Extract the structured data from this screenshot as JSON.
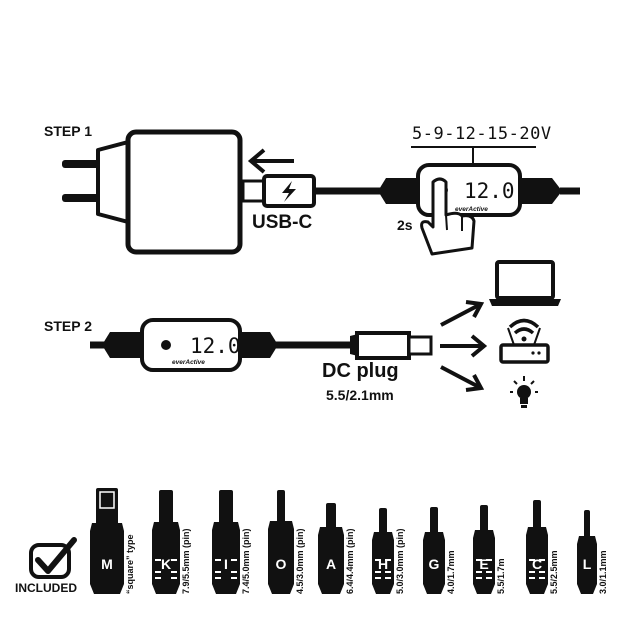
{
  "step1": {
    "label": "STEP 1",
    "voltage_options": "5-9-12-15-20V",
    "display_value": "12.0",
    "brand": "everActive",
    "hold_time": "2s",
    "connector_label": "USB-C"
  },
  "step2": {
    "label": "STEP 2",
    "display_value": "12.0",
    "brand": "everActive",
    "plug_label": "DC plug",
    "plug_size": "5.5/2.1mm"
  },
  "devices": [
    "laptop-icon",
    "router-icon",
    "bulb-icon"
  ],
  "included_label": "INCLUDED",
  "tips": [
    {
      "letter": "M",
      "size": "“square” type"
    },
    {
      "letter": "K",
      "size": "7.9/5.5mm (pin)"
    },
    {
      "letter": "I",
      "size": "7.4/5.0mm (pin)"
    },
    {
      "letter": "O",
      "size": "4.5/3.0mm (pin)"
    },
    {
      "letter": "A",
      "size": "6.4/4.4mm (pin)"
    },
    {
      "letter": "H",
      "size": "5.0/3.0mm (pin)"
    },
    {
      "letter": "G",
      "size": "4.0/1.7mm"
    },
    {
      "letter": "E",
      "size": "5.5/1.7m"
    },
    {
      "letter": "C",
      "size": "5.5/2.5mm"
    },
    {
      "letter": "L",
      "size": "3.0/1.1mm"
    }
  ]
}
